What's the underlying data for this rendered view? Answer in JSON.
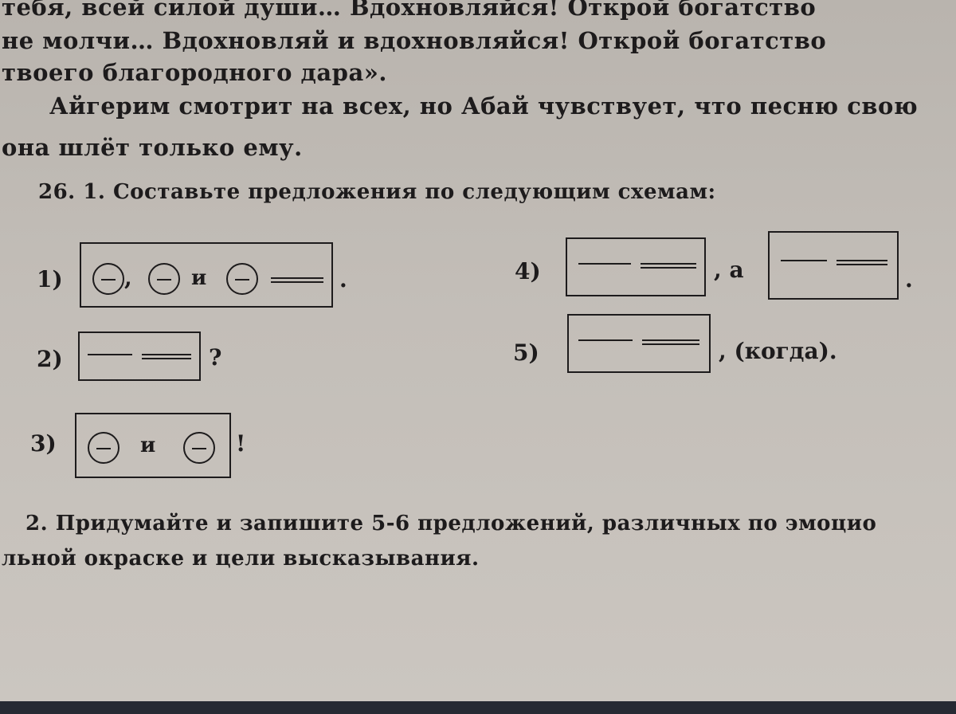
{
  "passage": {
    "line1": "тебя, всей силой души… Вдохновляйся! Открой богатство",
    "line2": "не молчи… Вдохновляй и вдохновляйся! Открой богатство",
    "line3": "твоего благородного дара».",
    "line4": "Айгерим смотрит на всех, но Абай чувствует, что песню свою",
    "line5": "она шлёт только ему."
  },
  "task26": {
    "heading": "26. 1. Составьте предложения по следующим схемам:",
    "schemes": [
      {
        "number": "1)",
        "conjunction": "и",
        "comma": ",",
        "end": "."
      },
      {
        "number": "2)",
        "end": "?"
      },
      {
        "number": "3)",
        "conjunction": "и",
        "end": "!"
      },
      {
        "number": "4)",
        "connector": ", а",
        "end": "."
      },
      {
        "number": "5)",
        "tail": ", (когда)."
      }
    ],
    "task2_line1": "2. Придумайте и запишите 5-6 предложений, различных по эмоцио",
    "task2_line2": "льной окраске и цели высказывания."
  }
}
